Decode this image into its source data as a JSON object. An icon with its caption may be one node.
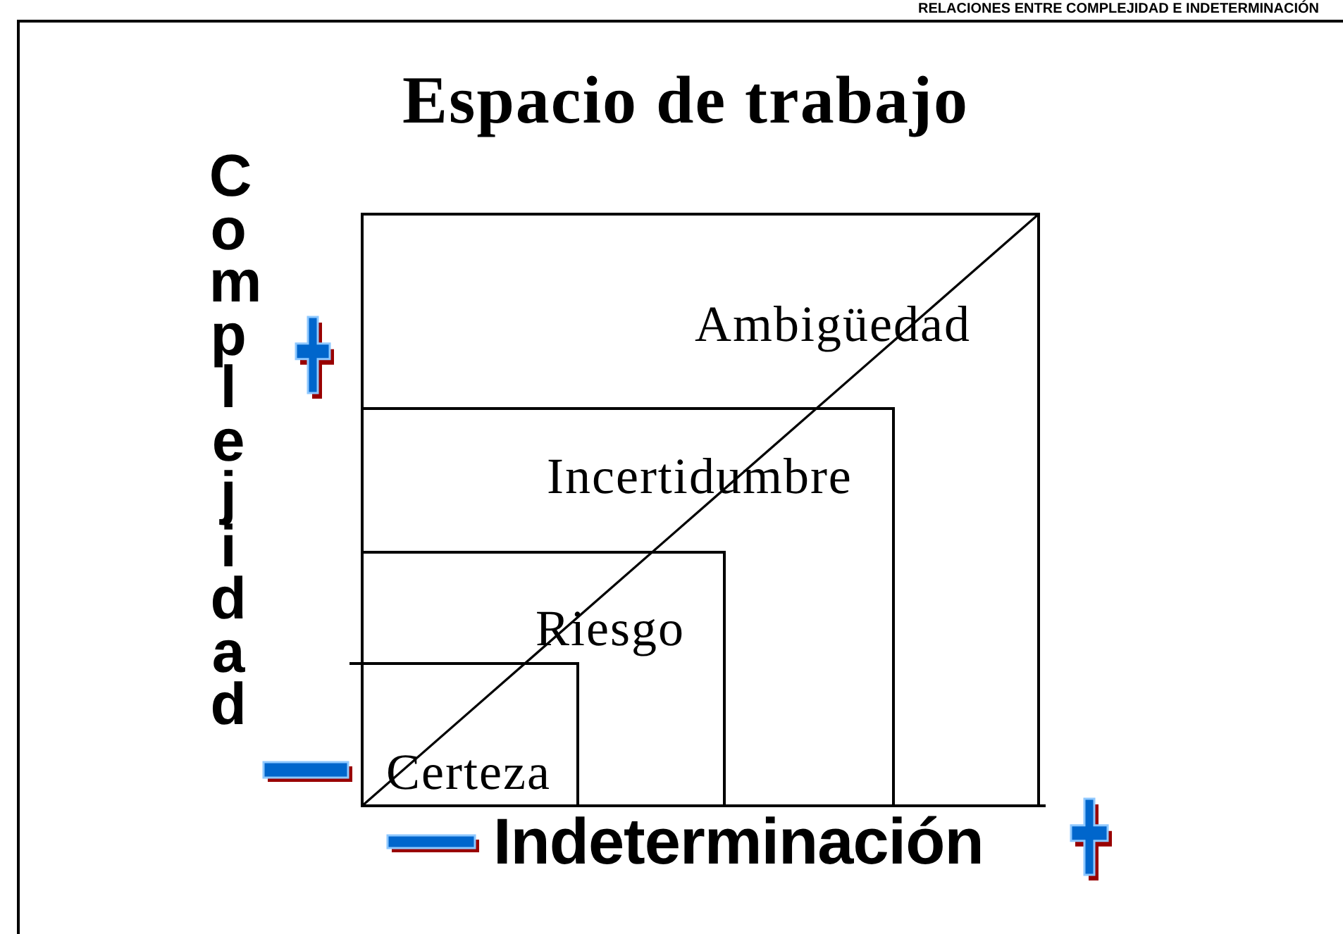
{
  "diagram": {
    "title": "Espacio de trabajo",
    "nodes": [
      {
        "text": [
          "Ambigüedad"
        ]
      },
      {
        "text": [
          "Incertidumbre"
        ],
        "in": 0
      },
      {
        "text": [
          "Riesgo"
        ],
        "in": 1
      },
      {
        "text": [
          "Certeza"
        ],
        "in": 2
      }
    ],
    "labels": [
      "RELACIONES ENTRE COMPLEJIDAD E INDETERMINACIÓN",
      "Complejidad",
      "Indeterminación"
    ]
  }
}
